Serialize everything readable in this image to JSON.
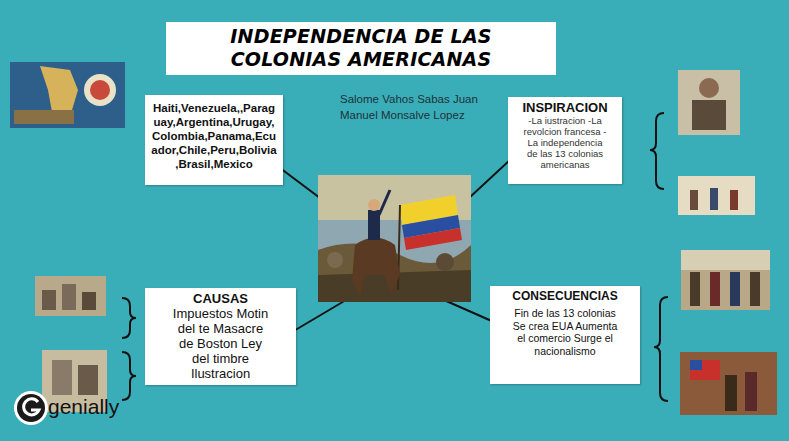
{
  "diagram": {
    "title": "INDEPENDENCIA DE LAS COLONIAS AMERICANAS",
    "nodes": [
      {
        "text": [
          "Haiti,Venezuela,,Paraguay,Argentina,Urugay,Colombia,Panama,Ecuador,Chile,Peru,Bolivia,Brasil,Mexico"
        ]
      },
      {
        "text": [
          "INSPIRACION",
          "-La iustracion -La revolcion francesa -La independencia de las 13 colonias americanas"
        ]
      },
      {
        "text": [
          "CAUSAS",
          "Impuestos Motin del te Masacre de Boston Ley del timbre Ilustracion"
        ]
      },
      {
        "text": [
          "CONSECUENCIAS",
          "Fin de las 13 colonias Se crea EUA Aumenta el comercio Surge el nacionalismo"
        ]
      }
    ],
    "labels": [
      "Salome Vahos Sabas Juan Manuel Monsalve Lopez",
      "genially"
    ]
  }
}
